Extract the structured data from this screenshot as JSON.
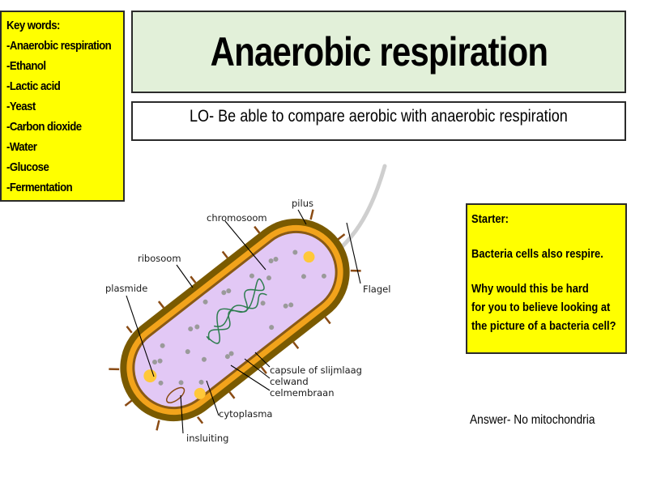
{
  "keywords": {
    "heading": "Key words:",
    "items": [
      "-Anaerobic respiration",
      "-Ethanol",
      "-Lactic acid",
      "-Yeast",
      "-Carbon dioxide",
      "-Water",
      "-Glucose",
      "-Fermentation"
    ]
  },
  "title": "Anaerobic respiration",
  "learning_objective": "LO- Be able to compare aerobic with anaerobic respiration",
  "starter": {
    "heading": "Starter:",
    "line1": "Bacteria cells also respire.",
    "question_lines": [
      "Why would this be hard",
      "for you to believe looking at",
      "the picture of a bacteria cell?"
    ]
  },
  "answer": "Answer- No mitochondria",
  "diagram": {
    "labels": {
      "pilus": "pilus",
      "chromosome": "chromosoom",
      "ribosome": "ribosoom",
      "plasmid": "plasmide",
      "flagellum": "Flagel",
      "capsule": "capsule of slijmlaag",
      "cell_wall": "celwand",
      "cell_membrane": "celmembraan",
      "cytoplasm": "cytoplasma",
      "inclusion": "insluiting"
    },
    "colors": {
      "capsule": "#7a5a00",
      "wall": "#f2a31b",
      "membrane": "#8a5a14",
      "cytoplasm": "#e2c8f5",
      "ribosome": "#9a9a9a",
      "chromosome": "#2e7d4f",
      "inclusion": "#ffc83a",
      "flagellum": "#d0d0d0"
    }
  }
}
